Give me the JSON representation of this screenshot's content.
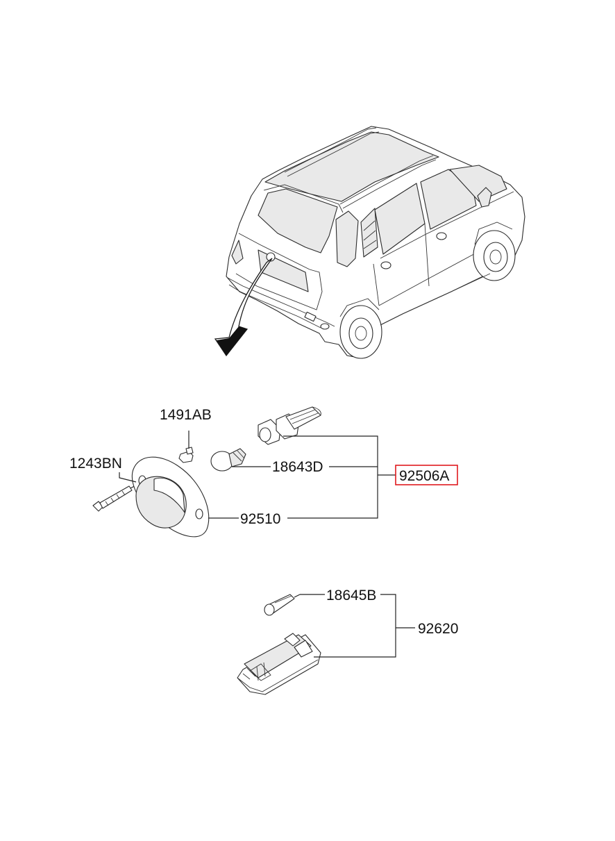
{
  "diagram": {
    "parts": [
      {
        "id": "p1491",
        "number": "1491AB"
      },
      {
        "id": "p1243",
        "number": "1243BN"
      },
      {
        "id": "p18643",
        "number": "18643D"
      },
      {
        "id": "p92510",
        "number": "92510"
      },
      {
        "id": "p92506",
        "number": "92506A",
        "highlighted": true
      },
      {
        "id": "p18645",
        "number": "18645B"
      },
      {
        "id": "p92620",
        "number": "92620"
      }
    ],
    "highlight_color": "#e0191e",
    "line_color": "#222222"
  }
}
